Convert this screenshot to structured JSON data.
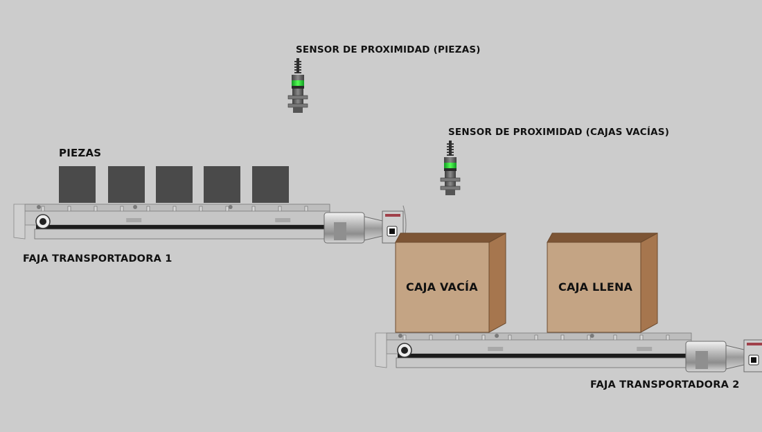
{
  "labels": {
    "sensor_piezas": "SENSOR DE PROXIMIDAD (PIEZAS)",
    "sensor_cajas": "SENSOR DE PROXIMIDAD (CAJAS VACÍAS)",
    "piezas": "PIEZAS",
    "conveyor_1": "FAJA TRANSPORTADORA 1",
    "conveyor_2": "FAJA TRANSPORTADORA 2",
    "box_empty": "CAJA VACÍA",
    "box_full": "CAJA LLENA"
  },
  "colors": {
    "background": "#cccccc",
    "piece": "#4a4a4a",
    "box_front": "#c4a484",
    "box_side": "#a6764e",
    "sensor_led": "#22cc33",
    "sensor_body": "#5a5a5a",
    "conveyor_frame": "#bdbdbd",
    "conveyor_belt": "#1c1c1c",
    "motor_panel": "#a0404a"
  },
  "icons": {
    "sensor": "proximity-sensor-icon",
    "conveyor": "conveyor-belt-icon",
    "motor": "motor-icon",
    "box": "cardboard-box-icon",
    "piece": "piece-block-icon"
  }
}
